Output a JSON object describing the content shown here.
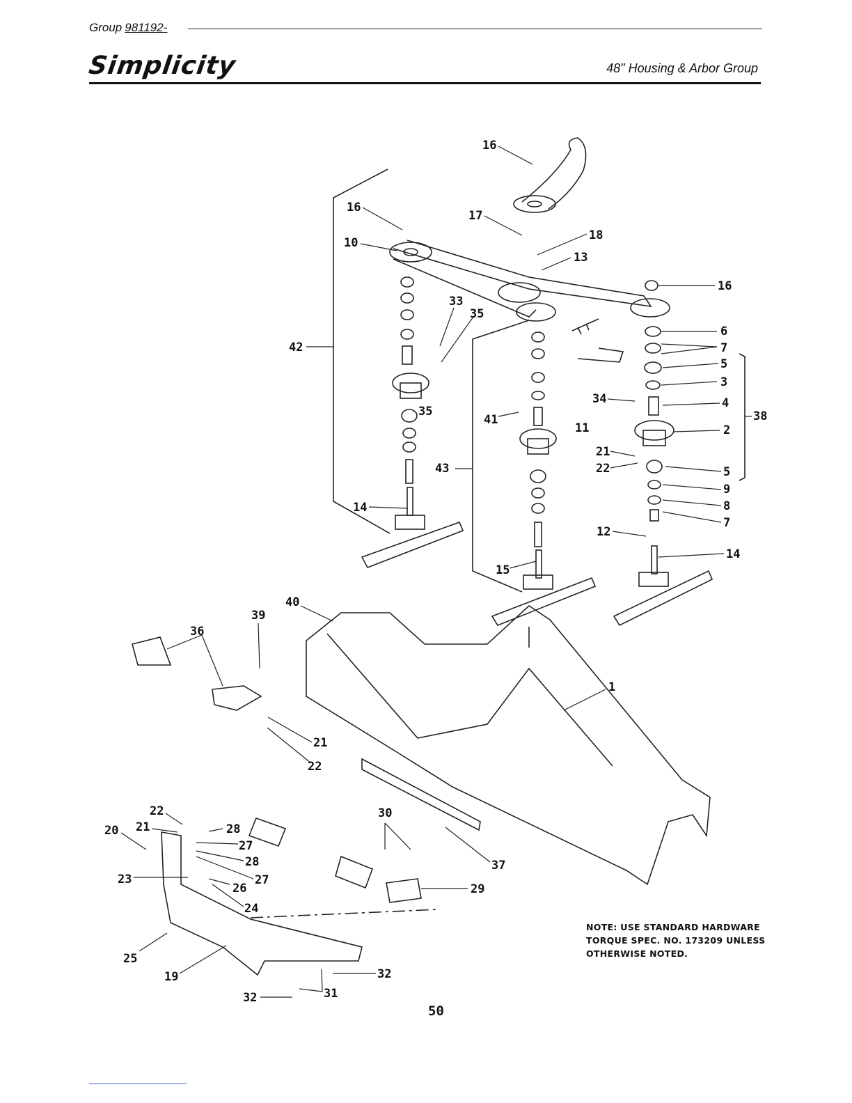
{
  "header": {
    "group_prefix": "Group",
    "group_number": "981192-",
    "brand": "Simplicity",
    "subtitle": "48\" Housing & Arbor Group"
  },
  "callouts": [
    "16",
    "16",
    "17",
    "18",
    "10",
    "13",
    "16",
    "33",
    "35",
    "6",
    "7",
    "5",
    "3",
    "42",
    "34",
    "4",
    "35",
    "41",
    "38",
    "11",
    "2",
    "21",
    "22",
    "43",
    "5",
    "9",
    "8",
    "14",
    "7",
    "12",
    "14",
    "15",
    "39",
    "40",
    "36",
    "1",
    "21",
    "22",
    "30",
    "20",
    "22",
    "21",
    "28",
    "27",
    "28",
    "23",
    "27",
    "26",
    "37",
    "24",
    "29",
    "25",
    "32",
    "19",
    "32",
    "31"
  ],
  "note": {
    "line1": "NOTE: USE STANDARD HARDWARE",
    "line2": "TORQUE SPEC. NO. 173209 UNLESS",
    "line3": "OTHERWISE NOTED."
  },
  "page_number": "50"
}
